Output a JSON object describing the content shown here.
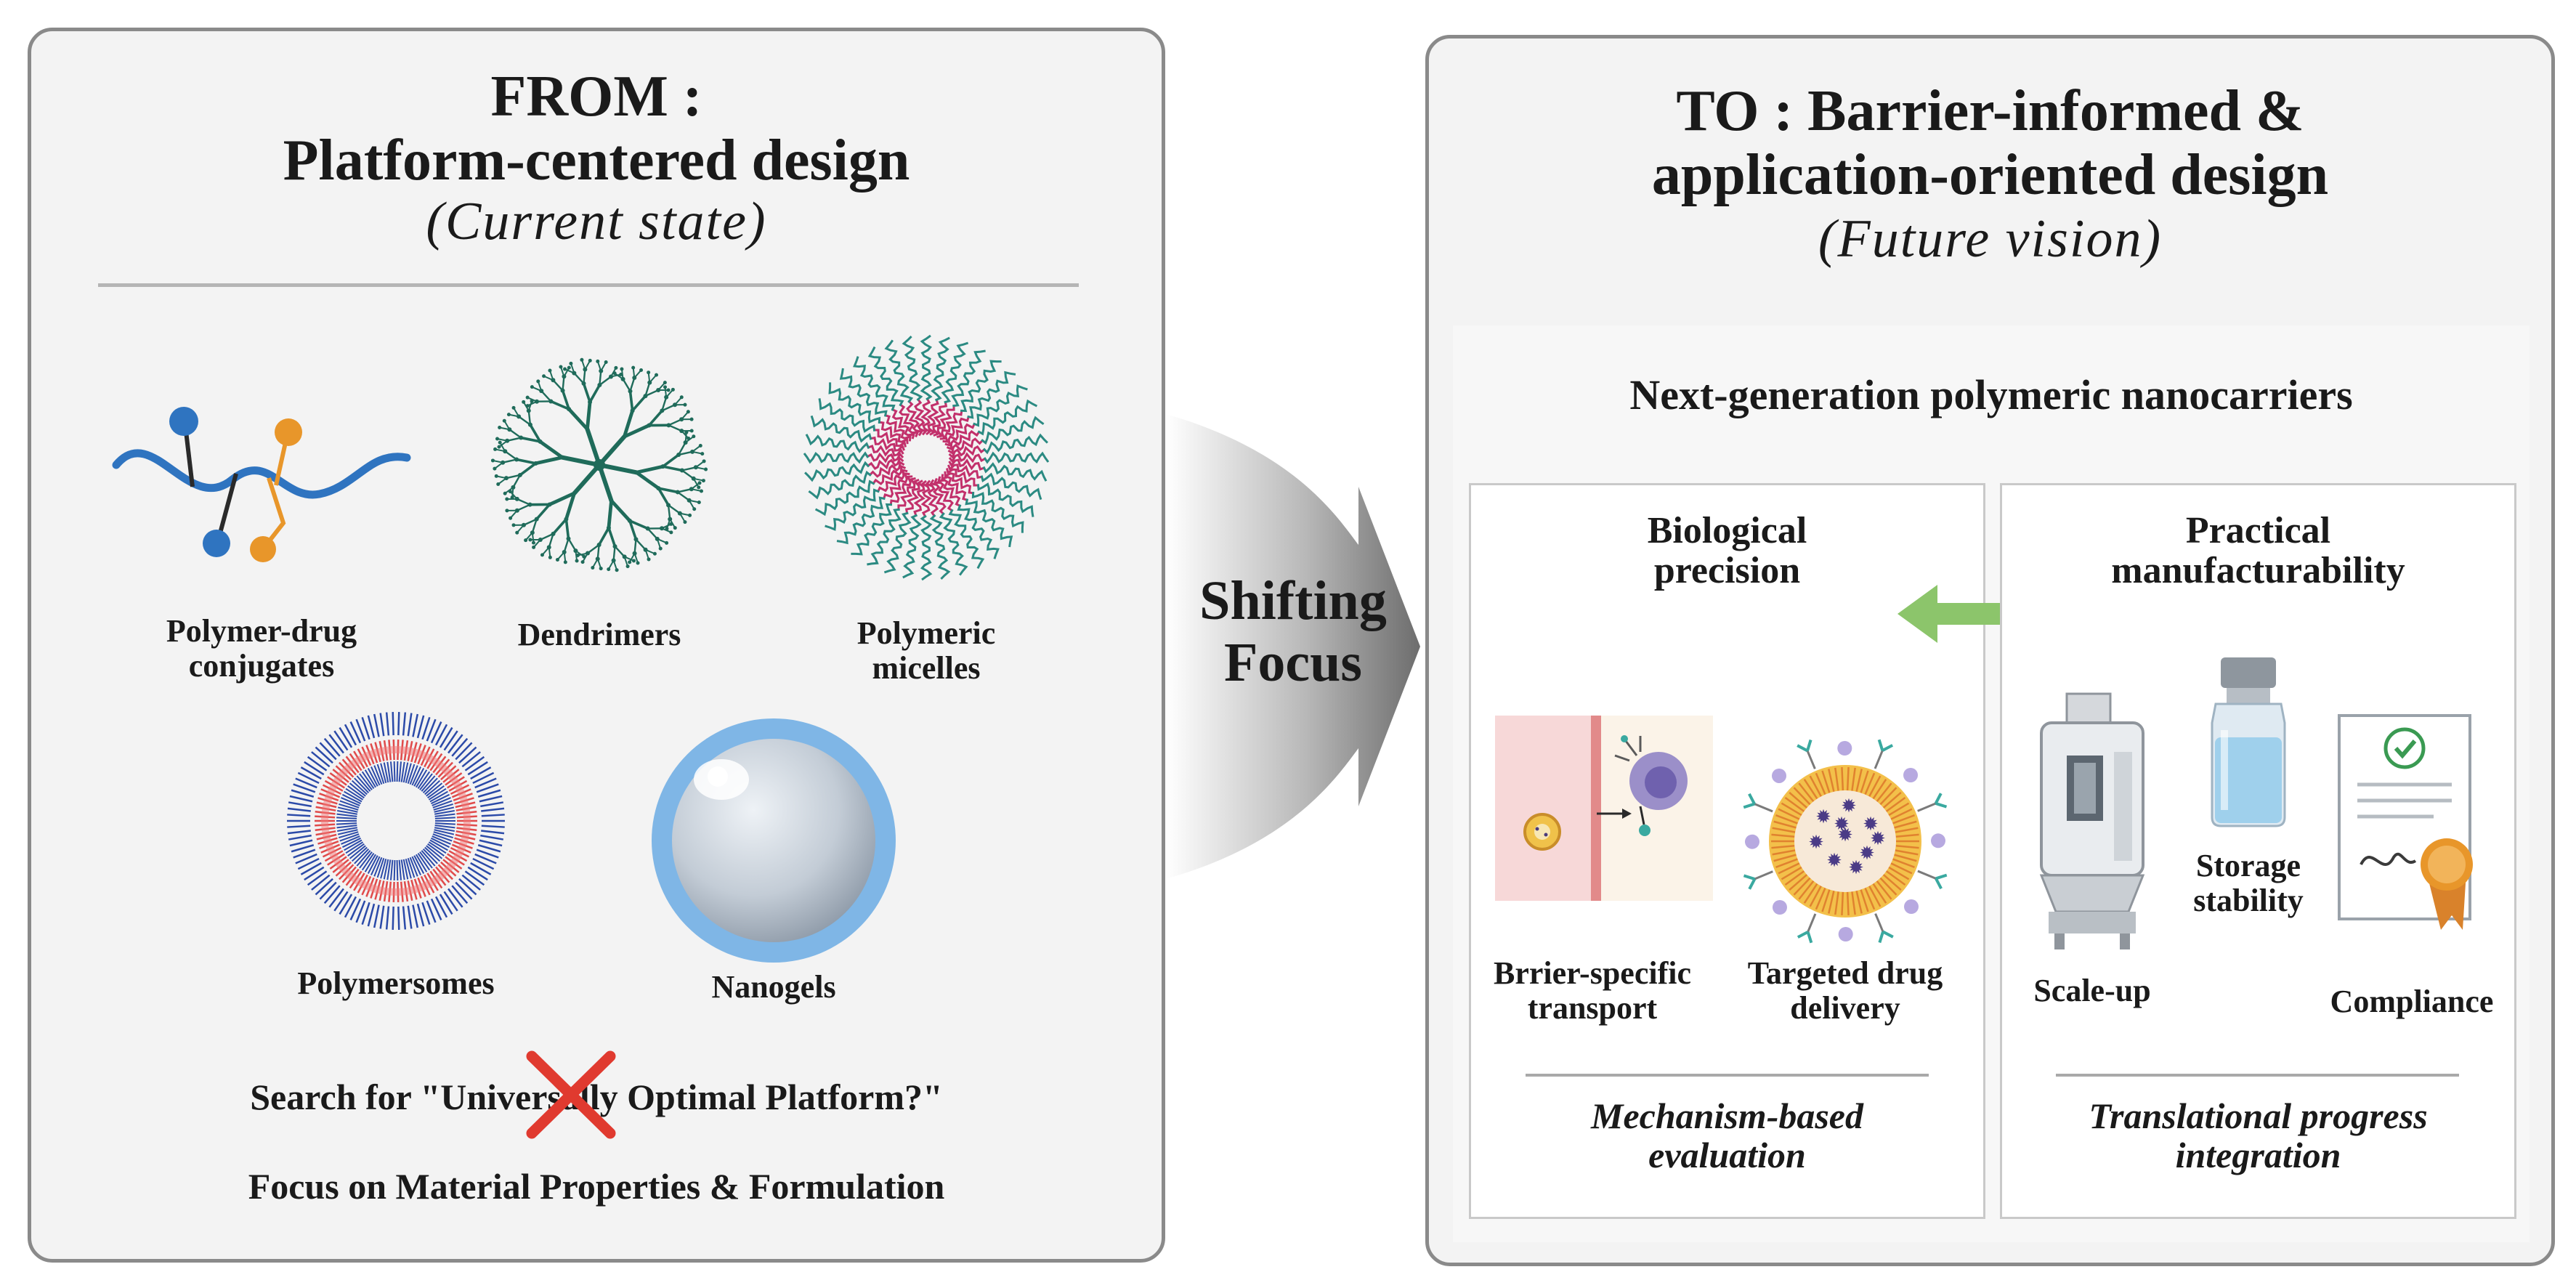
{
  "left": {
    "heading_line1": "FROM :",
    "heading_line2": "Platform-centered design",
    "heading_line3": "(Current state)",
    "items": [
      {
        "label_line1": "Polymer-drug",
        "label_line2": "conjugates",
        "icon": "polymer-drug-conjugate-icon"
      },
      {
        "label_line1": "Dendrimers",
        "label_line2": "",
        "icon": "dendrimer-icon"
      },
      {
        "label_line1": "Polymeric",
        "label_line2": "micelles",
        "icon": "polymeric-micelle-icon"
      },
      {
        "label_line1": "Polymersomes",
        "label_line2": "",
        "icon": "polymersome-icon"
      },
      {
        "label_line1": "Nanogels",
        "label_line2": "",
        "icon": "nanogel-icon"
      }
    ],
    "search_text": "Search for \"Universally Optimal Platform?\"",
    "focus_text": "Focus on Material Properties & Formulation"
  },
  "arrow": {
    "line1": "Shifting",
    "line2": "Focus"
  },
  "right": {
    "heading_line1": "TO : Barrier-informed &",
    "heading_line2": "application-oriented design",
    "heading_line3": "(Future vision)",
    "inner_title": "Next-generation polymeric nanocarriers",
    "bio": {
      "title_line1": "Biological",
      "title_line2": "precision",
      "item1_line1": "Brrier-specific",
      "item1_line2": "transport",
      "item2_line1": "Targeted drug",
      "item2_line2": "delivery",
      "footer_line1": "Mechanism-based",
      "footer_line2": "evaluation"
    },
    "manu": {
      "title_line1": "Practical",
      "title_line2": "manufacturability",
      "item1": "Scale-up",
      "item2_line1": "Storage",
      "item2_line2": "stability",
      "item3": "Compliance",
      "footer_line1": "Translational progress",
      "footer_line2": "integration"
    }
  },
  "colors": {
    "panel_border": "#8a8a8a",
    "polymer_blue": "#2f74c0",
    "drug_orange": "#e8962a",
    "dendrimer_green": "#1f6b5a",
    "micelle_pink": "#c2306b",
    "cross_red": "#e03a2f",
    "bidirectional_arrow_green": "#8cc56b"
  }
}
